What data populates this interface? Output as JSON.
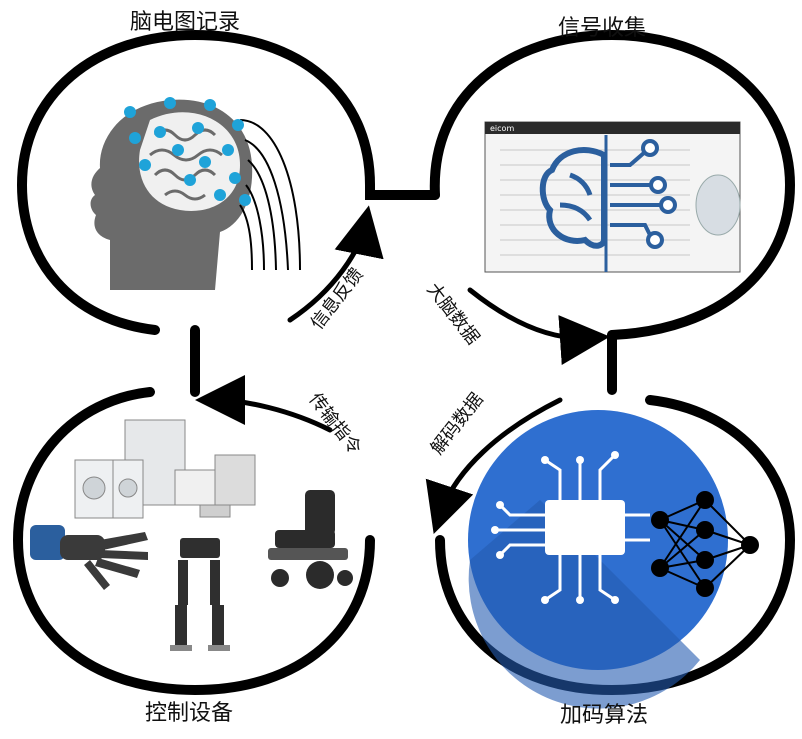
{
  "nodes": {
    "eeg": "脑电图记录",
    "signal": "信号收集",
    "decode": "加码算法",
    "device": "控制设备"
  },
  "edges": {
    "brain_data": "大脑数据",
    "decoded_data": "解码数据",
    "transmit_cmd": "传输指令",
    "feedback": "信息反馈"
  },
  "screen": {
    "app_title": "eicom"
  },
  "colors": {
    "outline": "#000000",
    "eeg_dot": "#1fa3d9",
    "head": "#6b6b6b",
    "brain_icon": "#2b5f9e",
    "decode_bg": "#2f6fd0"
  },
  "icons": {
    "eeg": "head-with-eeg-electrodes",
    "signal": "brain-circuit-on-monitor",
    "decode": "chip-and-neural-network",
    "device": "robotic-hand-exoskeleton-wheelchair-appliances"
  }
}
